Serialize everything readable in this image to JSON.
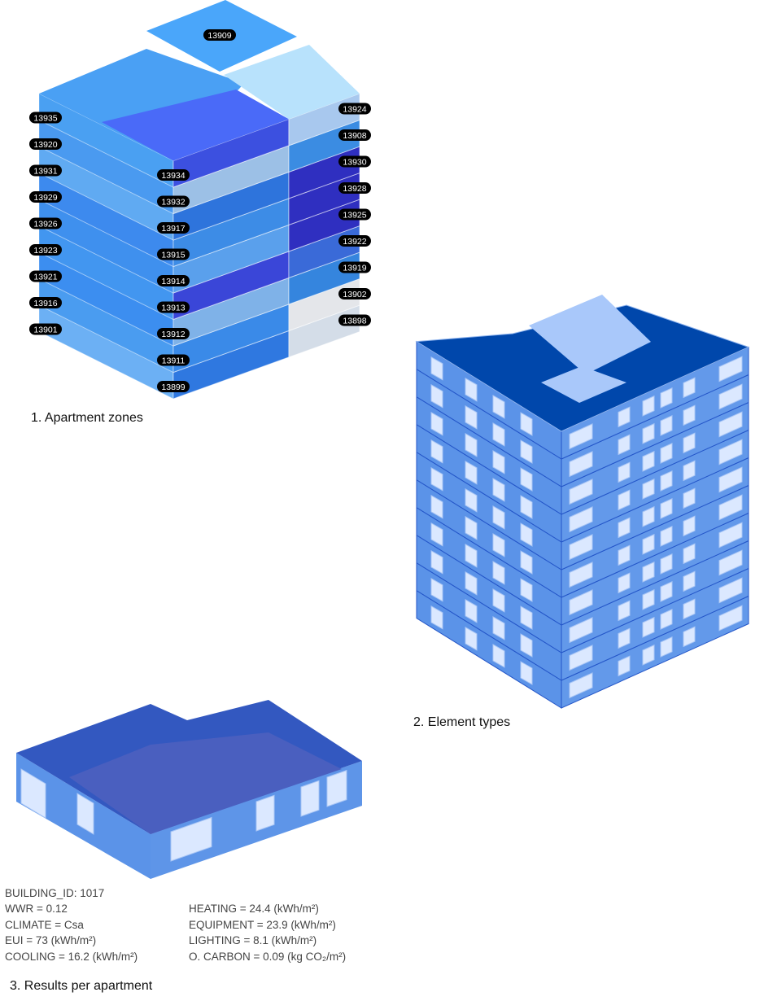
{
  "captions": {
    "zones": "1. Apartment zones",
    "elements": "2. Element types",
    "results": "3. Results per apartment"
  },
  "zones": {
    "roof": "13909",
    "center": [
      "13899",
      "13911",
      "13912",
      "13913",
      "13914",
      "13915",
      "13917",
      "13932",
      "13934"
    ],
    "right": [
      "13898",
      "13902",
      "13919",
      "13922",
      "13925",
      "13928",
      "13930",
      "13908",
      "13924"
    ],
    "left": [
      "13901",
      "13916",
      "13921",
      "13923",
      "13926",
      "13929",
      "13931",
      "13920",
      "13935"
    ],
    "center_colors": [
      "#2f78e0",
      "#3a8ae8",
      "#7fb2e8",
      "#3a46d8",
      "#5aa0ec",
      "#3d8ce6",
      "#2e74dc",
      "#9cc0e6",
      "#3c50e0"
    ],
    "right_colors": [
      "#d4dde8",
      "#e4e6ea",
      "#3585de",
      "#3a6ad8",
      "#2f2fc0",
      "#2f2fc0",
      "#2f2fc0",
      "#3b8ce2",
      "#a8c8ee"
    ],
    "left_colors": [
      "#6cb0f4",
      "#4a9cf0",
      "#3c8ef0",
      "#4296f0",
      "#3f90ee",
      "#3d8aee",
      "#60aaf2",
      "#4a9af0",
      "#4aa0f2"
    ]
  },
  "colors": {
    "element_roof": "#0047ab",
    "element_wall": "#5b93e8",
    "element_window": "#dbe8ff",
    "apartment_roof": "#3358c0",
    "apartment_wall": "#5b93e8"
  },
  "results": {
    "building_id": "BUILDING_ID: 1017",
    "left": [
      "WWR = 0.12",
      "CLIMATE = Csa",
      "EUI = 73 (kWh/m²)",
      "COOLING = 16.2 (kWh/m²)"
    ],
    "right": [
      "HEATING = 24.4 (kWh/m²)",
      "EQUIPMENT = 23.9 (kWh/m²)",
      "LIGHTING = 8.1 (kWh/m²)",
      "O. CARBON = 0.09 (kg CO₂/m²)"
    ]
  }
}
